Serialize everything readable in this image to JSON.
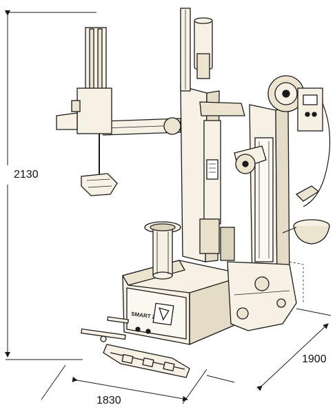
{
  "diagram": {
    "dimensions": {
      "height": "2130",
      "depth": "1900",
      "width": "1830"
    },
    "device_plate": {
      "brand": "",
      "model": "SMART 2"
    },
    "colors": {
      "line": "#1a1a1a",
      "body": "#f6f1e4",
      "shadow": "#cfc7b2",
      "background": "#ffffff"
    },
    "icons": [
      "tire-changer-illustration",
      "dimension-arrow",
      "wheel-lift-icon",
      "bead-pusher-icon"
    ]
  }
}
